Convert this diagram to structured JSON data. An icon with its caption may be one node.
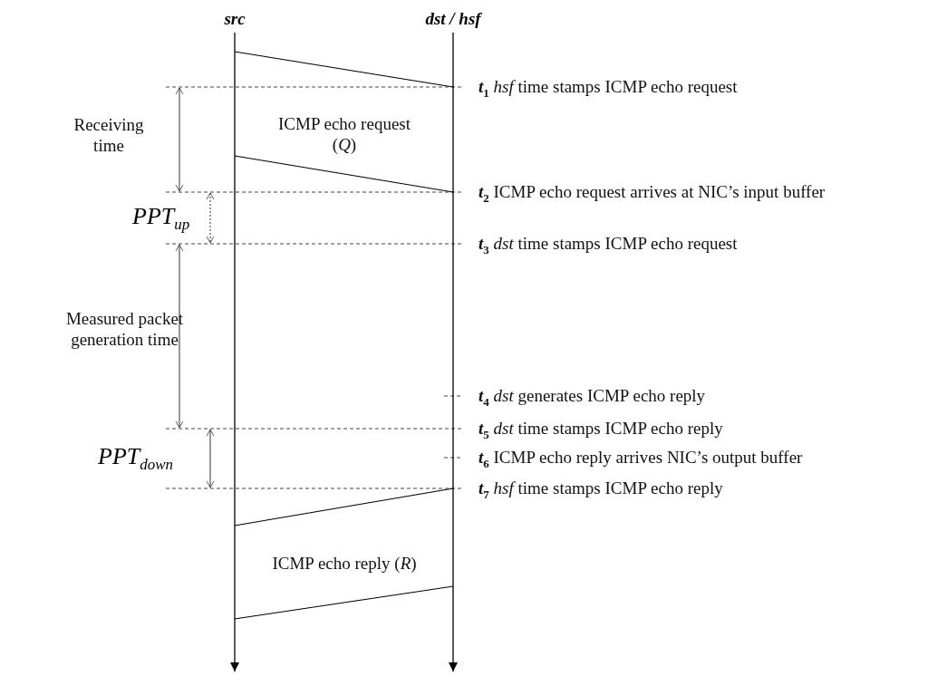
{
  "diagram": {
    "nodes": [
      {
        "text": [
          "src"
        ]
      },
      {
        "text": [
          "dst / hsf"
        ]
      }
    ],
    "edges": [
      {
        "from": 0,
        "to": 1,
        "arrow": "none"
      },
      {
        "from": 0,
        "to": 1,
        "arrow": "none"
      },
      {
        "from": 1,
        "to": 0,
        "arrow": "none"
      },
      {
        "from": 1,
        "to": 0,
        "arrow": "none"
      }
    ],
    "labels": [
      "*t*$_{1}$ *hsf* time stamps ICMP echo request",
      "Receiving time",
      "ICMP echo request (*Q*)",
      "*t*$_{2}$ ICMP echo request arrives at NIC’s input buffer",
      "PPT$_{up}$",
      "*t*$_{3}$ *dst* time stamps ICMP echo request",
      "Measured packet generation time",
      "*t*$_{4}$ *dst* generates ICMP echo reply",
      "*t*$_{5}$ *dst* time stamps ICMP echo reply",
      "PPT$_{down}$",
      "*t*$_{6}$ ICMP echo reply arrives NIC’s output buffer",
      "*t*$_{7}$ *hsf* time stamps ICMP echo reply",
      "ICMP echo reply (*R*)"
    ]
  }
}
